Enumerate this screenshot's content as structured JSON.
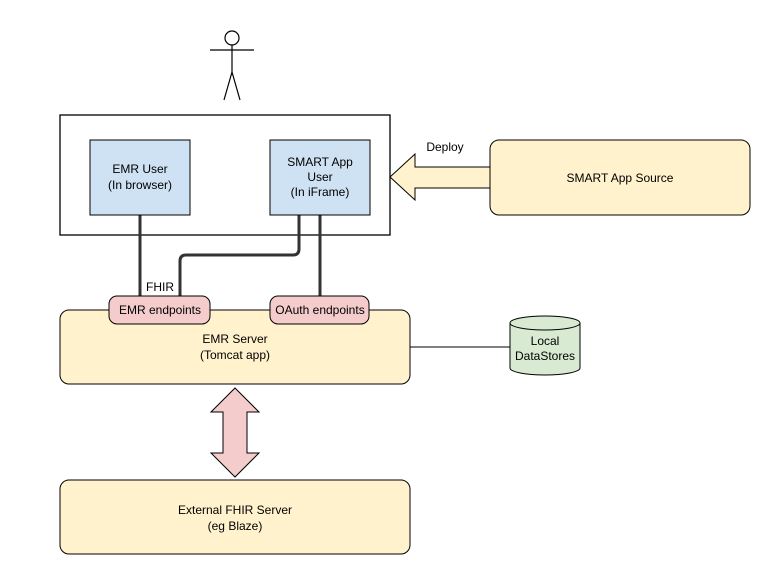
{
  "diagram": {
    "actor": {
      "icon": "stick-figure-user-icon"
    },
    "browser_box": {
      "emr_user": {
        "line1": "EMR User",
        "line2": "(In browser)"
      },
      "smart_app_user": {
        "line1": "SMART App",
        "line2": "User",
        "line3": "(In iFrame)"
      }
    },
    "deploy_label": "Deploy",
    "smart_app_source": "SMART App Source",
    "fhir_label": "FHIR",
    "emr_endpoints": "EMR endpoints",
    "oauth_endpoints": "OAuth endpoints",
    "emr_server": {
      "line1": "EMR Server",
      "line2": "(Tomcat app)"
    },
    "local_datastores": {
      "line1": "Local",
      "line2": "DataStores"
    },
    "external_fhir": {
      "line1": "External FHIR Server",
      "line2": "(eg Blaze)"
    },
    "colors": {
      "blue_box": "#cfe2f3",
      "yellow_box": "#fff2cc",
      "pink_box": "#f4cccc",
      "green_cylinder": "#d9ead3",
      "stroke": "#000000"
    }
  }
}
